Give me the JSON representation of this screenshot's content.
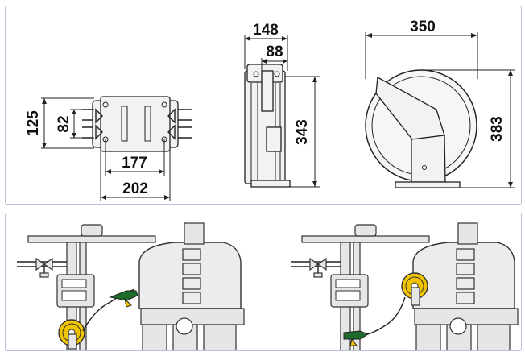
{
  "dimensions": {
    "bracket": {
      "height_outer": "125",
      "height_inner": "82",
      "width_inner": "177",
      "width_outer": "202"
    },
    "side": {
      "depth_outer": "148",
      "depth_inner": "88",
      "height": "343"
    },
    "front": {
      "width": "350",
      "height": "383"
    }
  },
  "colors": {
    "reel": "#f0c400",
    "frame": "#b8c2d6",
    "line": "#222222",
    "nozzle": "#1d6b2a"
  },
  "icons": [
    "hose-reel",
    "fuel-meter",
    "valve",
    "nozzle",
    "fuel-tank"
  ]
}
